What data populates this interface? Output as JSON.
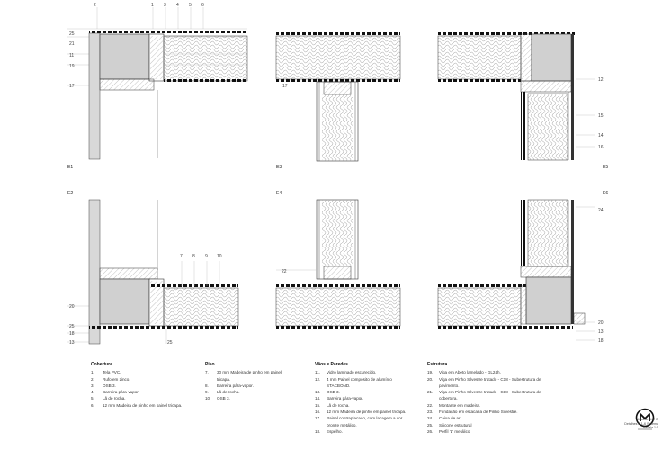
{
  "details": [
    "E1",
    "E2",
    "E3",
    "E4",
    "E5",
    "E6"
  ],
  "callouts": {
    "e1_top": [
      "2",
      "1",
      "3",
      "4",
      "5",
      "6"
    ],
    "e1_left": [
      "25",
      "21",
      "11",
      "19",
      "17"
    ],
    "e2_left": [
      "20",
      "25",
      "18",
      "13"
    ],
    "e2_mid": [
      "7",
      "8",
      "9",
      "10"
    ],
    "e2_bottom": "25",
    "e3_left": "17",
    "e4_left": "22",
    "e5_right": [
      "12",
      "15",
      "14",
      "16"
    ],
    "e6_right_top": "24",
    "e6_right_bottom": [
      "20",
      "13",
      "18"
    ]
  },
  "legend": {
    "cobertura": {
      "title": "Cobertura",
      "items": [
        {
          "n": "1.",
          "t": "Tela PVC."
        },
        {
          "n": "2.",
          "t": "Rufo em zinco."
        },
        {
          "n": "3.",
          "t": "OSB 3."
        },
        {
          "n": "4.",
          "t": "Barreira pára-vapor."
        },
        {
          "n": "5.",
          "t": "Lã de rocha."
        },
        {
          "n": "6.",
          "t": "12 mm Madeira de pinho em painel tricapa."
        }
      ]
    },
    "piso": {
      "title": "Piso",
      "items": [
        {
          "n": "7.",
          "t": "30 mm Madeira de pinho em painel tricapa."
        },
        {
          "n": "8.",
          "t": "Barreira pára-vapor."
        },
        {
          "n": "9.",
          "t": "Lã de rocha."
        },
        {
          "n": "10.",
          "t": "OSB 3."
        }
      ]
    },
    "vaos": {
      "title": "Vãos e Paredes",
      "items": [
        {
          "n": "11.",
          "t": "Vidro laminado escurecido."
        },
        {
          "n": "12.",
          "t": "4 mm Painel compósito de alumínio STACBOND."
        },
        {
          "n": "13.",
          "t": "OSB 3."
        },
        {
          "n": "14.",
          "t": "Barreira pára-vapor."
        },
        {
          "n": "15.",
          "t": "Lã de rocha."
        },
        {
          "n": "16.",
          "t": "12 mm Madeira de pinho em painel tricapa."
        },
        {
          "n": "17.",
          "t": "Painel contraplacado, com lacagem a cor bronze metálico."
        },
        {
          "n": "18.",
          "t": "Espelho."
        }
      ]
    },
    "estrutura": {
      "title": "Estrutura",
      "items": [
        {
          "n": "19.",
          "t": "Viga em Abeto lamelado - GL24h."
        },
        {
          "n": "20.",
          "t": "Viga em Pinho Silvestre tratado - C18 - Subestrutura de pavimento."
        },
        {
          "n": "21.",
          "t": "Viga em Pinho Silvestre tratado - C18 - Subestrutura de cobertura."
        },
        {
          "n": "22.",
          "t": "Montante em madeira."
        },
        {
          "n": "23.",
          "t": "Fundação em estacaria de Pinho Silvestre."
        },
        {
          "n": "24.",
          "t": "Caixa de ar"
        },
        {
          "n": "25.",
          "t": "Silicone estrutural"
        },
        {
          "n": "26.",
          "t": "Perfil 'L' metálico"
        }
      ]
    }
  },
  "stamp": [
    "Módulo LIGHT",
    "Detalhes E 1-6 Sistema",
    "Escala 1:5"
  ]
}
